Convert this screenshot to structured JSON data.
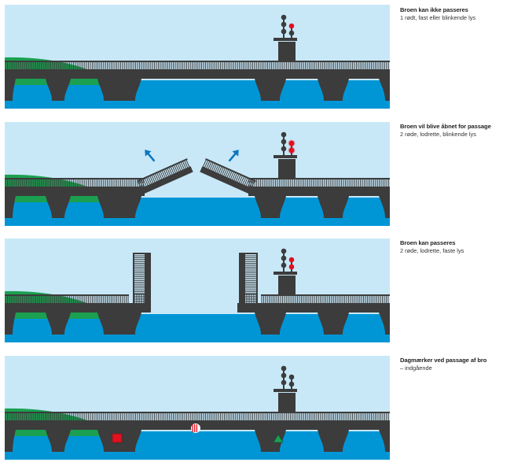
{
  "colors": {
    "sky": "#c8e8f8",
    "water": "#0096d6",
    "bridge": "#3c3c3c",
    "land": "#1aa050",
    "signal_red": "#e3101e",
    "signal_off": "#3c3c3c",
    "arrow": "#0a78c0",
    "daymark_square": "#e3101e",
    "daymark_triangle": "#1aa050",
    "daymark_ball": "#e3101e"
  },
  "panels": [
    {
      "id": "closed",
      "title": "Broen kan ikke passeres",
      "subtitle": "1 rødt, fast eller blinkende lys",
      "bridge_state": "closed",
      "signal": {
        "left_lights": [
          "off",
          "off",
          "off"
        ],
        "right_lights": [
          "red",
          "off"
        ],
        "right_mode": "fast eller blinkende"
      }
    },
    {
      "id": "opening",
      "title": "Broen vil blive åbnet for passage",
      "subtitle": "2 røde, lodrette, blinkende lys",
      "bridge_state": "opening",
      "signal": {
        "left_lights": [
          "off",
          "off",
          "off"
        ],
        "right_lights": [
          "red-blink",
          "red-blink"
        ],
        "right_mode": "blinkende"
      }
    },
    {
      "id": "open",
      "title": "Broen kan passeres",
      "subtitle": "2 røde, lodrette, faste lys",
      "bridge_state": "open",
      "signal": {
        "left_lights": [
          "off",
          "off",
          "off"
        ],
        "right_lights": [
          "red",
          "red"
        ],
        "right_mode": "faste"
      }
    },
    {
      "id": "daymarks",
      "title": "Dagmærker ved passage af bro",
      "subtitle": "– indgående",
      "bridge_state": "closed",
      "signal": {
        "left_lights": [
          "off",
          "off",
          "off"
        ],
        "right_lights": [
          "off",
          "off"
        ],
        "right_mode": ""
      },
      "daymarks": [
        "red-square",
        "red-white-striped-ball",
        "green-triangle"
      ]
    }
  ]
}
